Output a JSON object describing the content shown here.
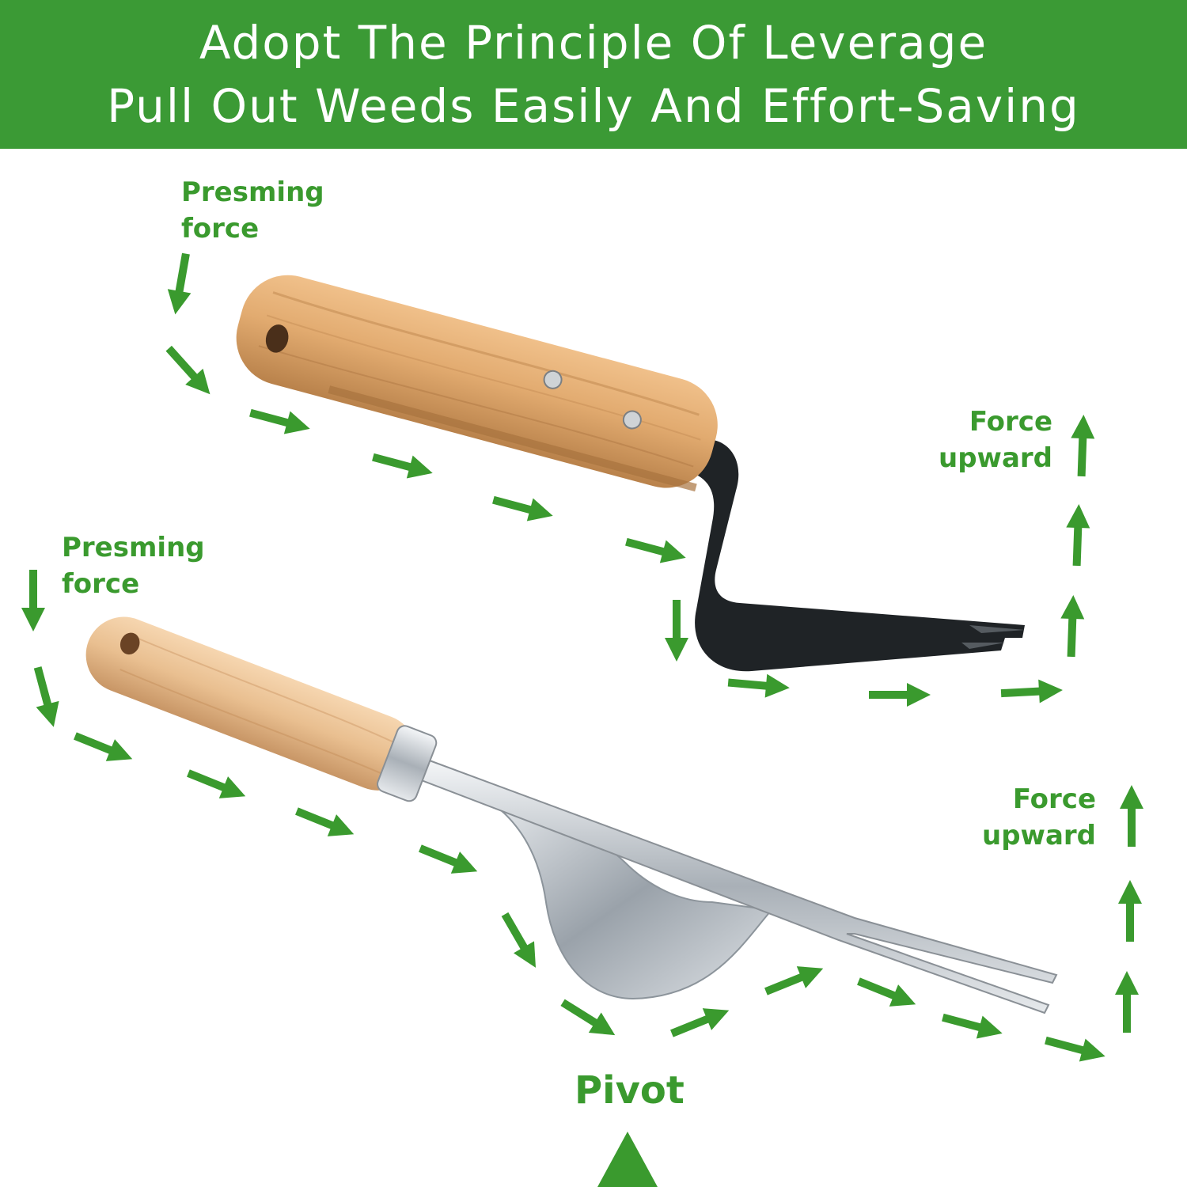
{
  "banner": {
    "line1": "Adopt The Principle Of Leverage",
    "line2": "Pull Out Weeds Easily And Effort-Saving"
  },
  "tool_top": {
    "press_label_line1": "Presming",
    "press_label_line2": "force",
    "up_label_line1": "Force",
    "up_label_line2": "upward"
  },
  "tool_bottom": {
    "press_label_line1": "Presming",
    "press_label_line2": "force",
    "up_label_line1": "Force",
    "up_label_line2": "upward",
    "pivot_label": "Pivot"
  },
  "colors": {
    "banner": "#3b9a35",
    "arrow": "#3a9a2e",
    "wood": "#d9a66e",
    "black_metal": "#1f2326",
    "steel": "#c9ced3"
  }
}
